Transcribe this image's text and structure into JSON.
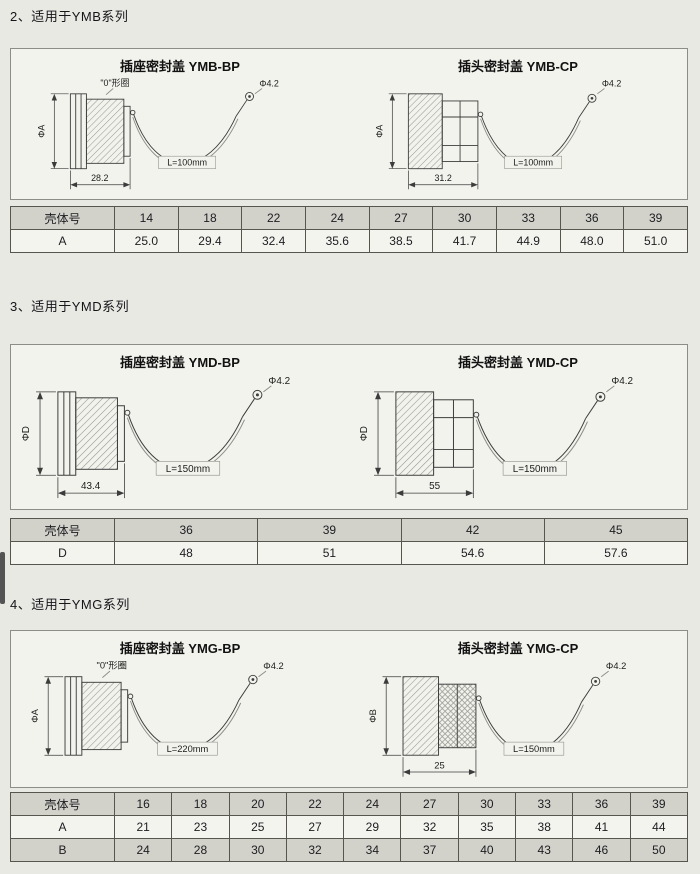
{
  "sections": [
    {
      "id": "ymb",
      "heading": "2、适用于YMB系列",
      "left": {
        "title": "插座密封盖 YMB-BP",
        "oring": "\"0\"形圈",
        "dia": "ΦA",
        "width": "28.2",
        "pin_dia": "Φ4.2",
        "lanyard": "L=100mm"
      },
      "right": {
        "title": "插头密封盖 YMB-CP",
        "dia": "ΦA",
        "width": "31.2",
        "pin_dia": "Φ4.2",
        "lanyard": "L=100mm"
      },
      "table": {
        "col_header": "壳体号",
        "columns": [
          "14",
          "18",
          "22",
          "24",
          "27",
          "30",
          "33",
          "36",
          "39"
        ],
        "rows": [
          {
            "label": "A",
            "values": [
              "25.0",
              "29.4",
              "32.4",
              "35.6",
              "38.5",
              "41.7",
              "44.9",
              "48.0",
              "51.0"
            ],
            "shaded": false
          }
        ]
      }
    },
    {
      "id": "ymd",
      "heading": "3、适用于YMD系列",
      "left": {
        "title": "插座密封盖 YMD-BP",
        "dia": "ΦD",
        "width": "43.4",
        "pin_dia": "Φ4.2",
        "lanyard": "L=150mm"
      },
      "right": {
        "title": "插头密封盖 YMD-CP",
        "dia": "ΦD",
        "width": "55",
        "pin_dia": "Φ4.2",
        "lanyard": "L=150mm"
      },
      "table": {
        "col_header": "壳体号",
        "columns": [
          "36",
          "39",
          "42",
          "45"
        ],
        "rows": [
          {
            "label": "D",
            "values": [
              "48",
              "51",
              "54.6",
              "57.6"
            ],
            "shaded": false
          }
        ]
      }
    },
    {
      "id": "ymg",
      "heading": "4、适用于YMG系列",
      "left": {
        "title": "插座密封盖 YMG-BP",
        "oring": "\"0\"形圈",
        "dia": "ΦA",
        "pin_dia": "Φ4.2",
        "lanyard": "L=220mm"
      },
      "right": {
        "title": "插头密封盖 YMG-CP",
        "dia": "ΦB",
        "width": "25",
        "pin_dia": "Φ4.2",
        "lanyard": "L=150mm"
      },
      "table": {
        "col_header": "壳体号",
        "columns": [
          "16",
          "18",
          "20",
          "22",
          "24",
          "27",
          "30",
          "33",
          "36",
          "39"
        ],
        "rows": [
          {
            "label": "A",
            "values": [
              "21",
              "23",
              "25",
              "27",
              "29",
              "32",
              "35",
              "38",
              "41",
              "44"
            ],
            "shaded": false
          },
          {
            "label": "B",
            "values": [
              "24",
              "28",
              "30",
              "32",
              "34",
              "37",
              "40",
              "43",
              "46",
              "50"
            ],
            "shaded": true
          }
        ]
      }
    }
  ]
}
